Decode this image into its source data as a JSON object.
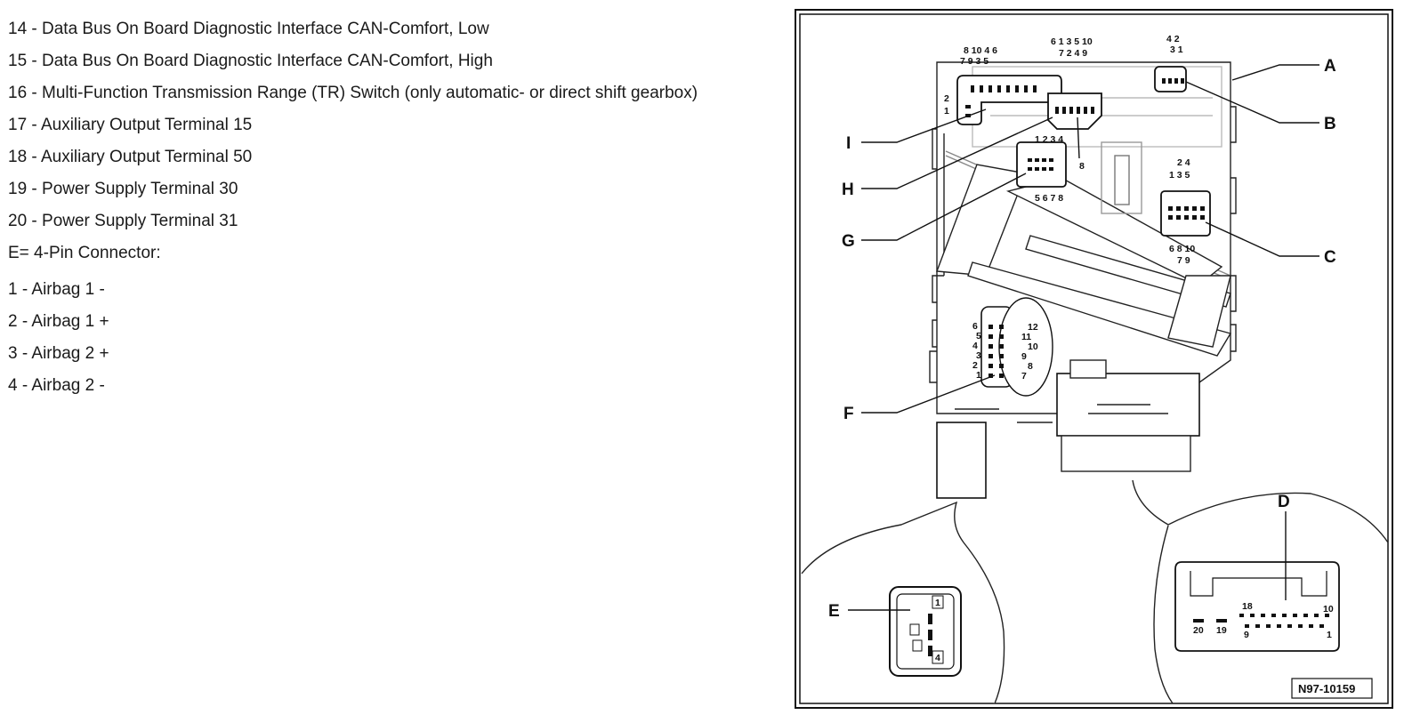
{
  "legend": {
    "items": [
      "14 - Data Bus On Board Diagnostic Interface CAN-Comfort, Low",
      "15 - Data Bus On Board Diagnostic Interface CAN-Comfort, High",
      "16 - Multi-Function Transmission Range (TR) Switch (only automatic- or direct shift gearbox)",
      "17 - Auxiliary Output Terminal 15",
      "18 - Auxiliary Output Terminal 50",
      "19 - Power Supply Terminal 30",
      "20 - Power Supply Terminal 31",
      "E= 4-Pin Connector:",
      "1 - Airbag 1 -",
      "2 - Airbag 1 +",
      "3 - Airbag 2 +",
      "4 - Airbag 2 -"
    ]
  },
  "figure": {
    "callouts": {
      "A": "A",
      "B": "B",
      "C": "C",
      "D": "D",
      "E": "E",
      "F": "F",
      "G": "G",
      "H": "H",
      "I": "I"
    },
    "reference": "N97-10159",
    "pins": {
      "top_left_row1": "8  10  4   6",
      "top_left_row2": "7  9  3  5",
      "top_left_side2": "2",
      "top_left_side1": "1",
      "h_row1": "6  1  3   5  10",
      "h_row2": "7  2  4   9",
      "h_8": "8",
      "a_row1": "4  2",
      "a_row2": "3  1",
      "g_top": "1  2   3  4",
      "g_bottom": "5  6 7  8",
      "c_top1": "2  4",
      "c_top2": "1  3  5",
      "c_bottom1": "6  8  10",
      "c_bottom2": "7  9",
      "f_left": [
        "6",
        "5",
        "4",
        "3",
        "2",
        "1"
      ],
      "f_right": [
        "12",
        "11",
        "10",
        "9",
        "8",
        "7"
      ],
      "e_pin1": "1",
      "e_pin4": "4",
      "d_18": "18",
      "d_10": "10",
      "d_20": "20",
      "d_19": "19",
      "d_9": "9",
      "d_1": "1"
    }
  }
}
